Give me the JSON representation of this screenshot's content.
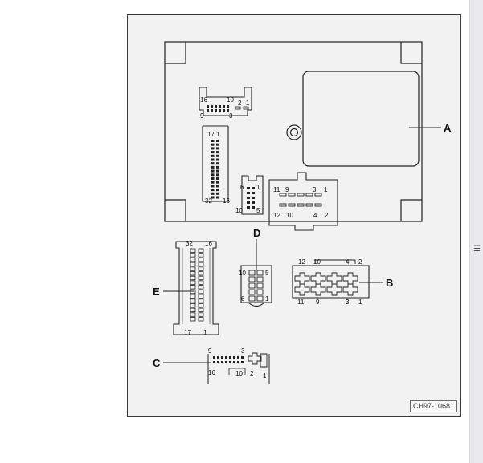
{
  "figure": {
    "callouts": [
      "A",
      "B",
      "C",
      "D",
      "E"
    ],
    "reference_code": "CH97-10681",
    "pins": {
      "top_conn": [
        "16",
        "10",
        "2",
        "1",
        "9",
        "3"
      ],
      "long_conn": [
        "17",
        "1",
        "32",
        "16"
      ],
      "small_conn": [
        "6",
        "1",
        "10",
        "5"
      ],
      "right_conn": [
        "11",
        "9",
        "3",
        "1",
        "12",
        "10",
        "4",
        "2"
      ],
      "E": [
        "32",
        "16",
        "17",
        "1"
      ],
      "D": [
        "10",
        "5",
        "6",
        "1"
      ],
      "B": [
        "12",
        "10",
        "4",
        "2",
        "11",
        "9",
        "3",
        "1"
      ],
      "C": [
        "9",
        "3",
        "16",
        "10",
        "2",
        "1"
      ]
    }
  },
  "panel": {
    "toggle_icon": "list-icon",
    "toggle_glyph": "☰"
  }
}
